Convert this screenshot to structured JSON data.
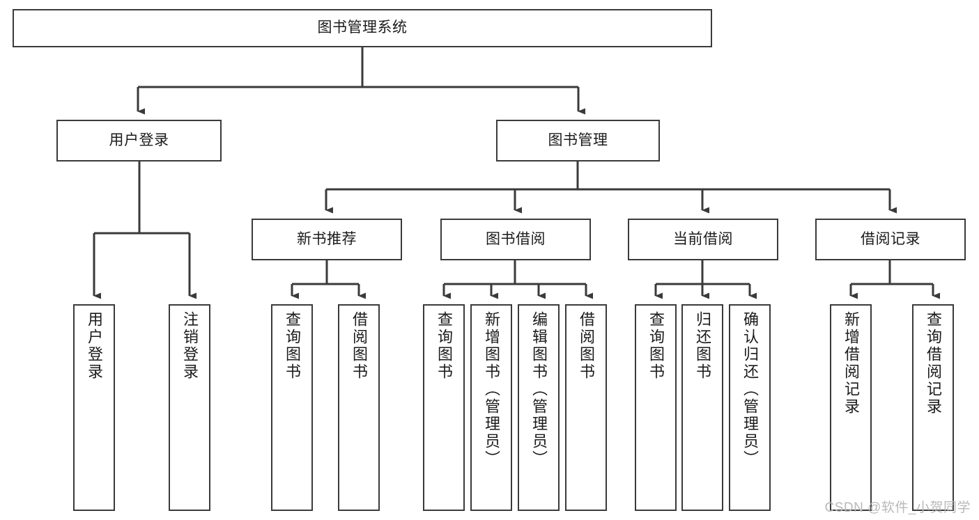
{
  "diagram": {
    "type": "tree",
    "title": "图书管理系统",
    "orientation": "top-down",
    "levels": 4
  },
  "nodes": {
    "root": {
      "label": "图书管理系统"
    },
    "level2": [
      {
        "id": "user-login",
        "label": "用户登录"
      },
      {
        "id": "book-manage",
        "label": "图书管理"
      }
    ],
    "level3": [
      {
        "id": "new-book-recommend",
        "label": "新书推荐"
      },
      {
        "id": "book-borrow",
        "label": "图书借阅"
      },
      {
        "id": "current-borrow",
        "label": "当前借阅"
      },
      {
        "id": "borrow-record",
        "label": "借阅记录"
      }
    ],
    "leaves": {
      "user_login": [
        {
          "id": "leaf-user-login",
          "label": "用户登录"
        },
        {
          "id": "leaf-logout-login",
          "label": "注销登录"
        }
      ],
      "new_book_recommend": [
        {
          "id": "leaf-query-book-1",
          "label": "查询图书"
        },
        {
          "id": "leaf-borrow-book-1",
          "label": "借阅图书"
        }
      ],
      "book_borrow": [
        {
          "id": "leaf-query-book-2",
          "label": "查询图书"
        },
        {
          "id": "leaf-add-book",
          "label": "新增图书（管理员）"
        },
        {
          "id": "leaf-edit-book",
          "label": "编辑图书（管理员）"
        },
        {
          "id": "leaf-borrow-book-2",
          "label": "借阅图书"
        }
      ],
      "current_borrow": [
        {
          "id": "leaf-query-book-3",
          "label": "查询图书"
        },
        {
          "id": "leaf-return-book",
          "label": "归还图书"
        },
        {
          "id": "leaf-confirm-return",
          "label": "确认归还（管理员）"
        }
      ],
      "borrow_record": [
        {
          "id": "leaf-add-record",
          "label": "新增借阅记录"
        },
        {
          "id": "leaf-query-record",
          "label": "查询借阅记录"
        }
      ]
    }
  },
  "watermark": {
    "text": "CSDN @软件_小贺同学"
  },
  "colors": {
    "background": "#ffffff",
    "box_border": "#3a3a3a",
    "box_fill": "#ffffff",
    "connector": "#3a3a3a",
    "text": "#1b1b1b",
    "watermark": "#b9b9b9"
  }
}
